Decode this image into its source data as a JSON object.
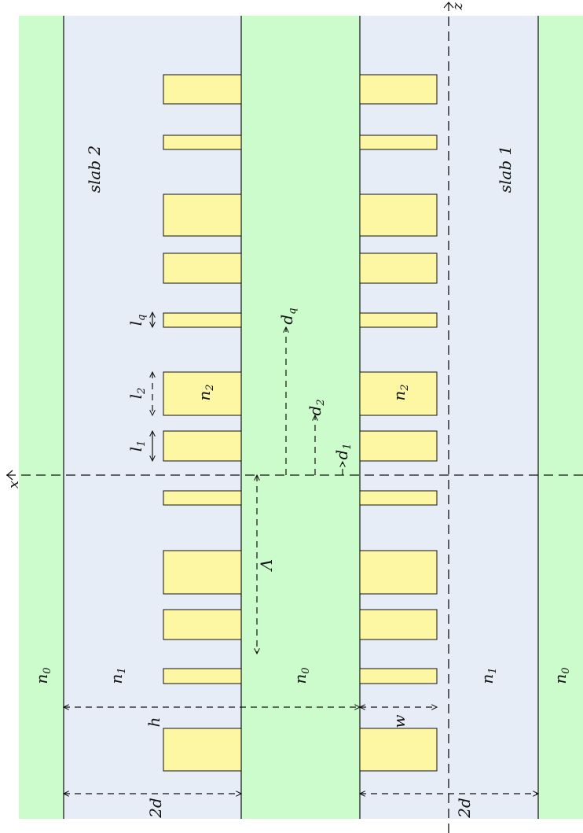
{
  "colors": {
    "cladding": "#ccfccc",
    "slab": "#e6edf7",
    "grating": "#fdf6a3",
    "line": "#111111"
  },
  "axes": {
    "x_label": "x",
    "z_label": "z"
  },
  "slabs": {
    "slab2_label": "slab 2",
    "slab1_label": "slab 1"
  },
  "indices": {
    "outer_left": "n0",
    "slab2": "n1",
    "gap": "n0",
    "slab1": "n1",
    "outer_right": "n0",
    "grating_left": "n2",
    "grating_right": "n2"
  },
  "dimensions": {
    "period": "Λ",
    "groove_depth": "h",
    "width": "w",
    "slab2_thickness": "2d",
    "slab1_thickness": "2d"
  },
  "lengths": {
    "l1": "l1",
    "l2": "l2",
    "lq": "lq"
  },
  "offsets": {
    "d1": "d1",
    "d2": "d2",
    "dq": "dq"
  }
}
